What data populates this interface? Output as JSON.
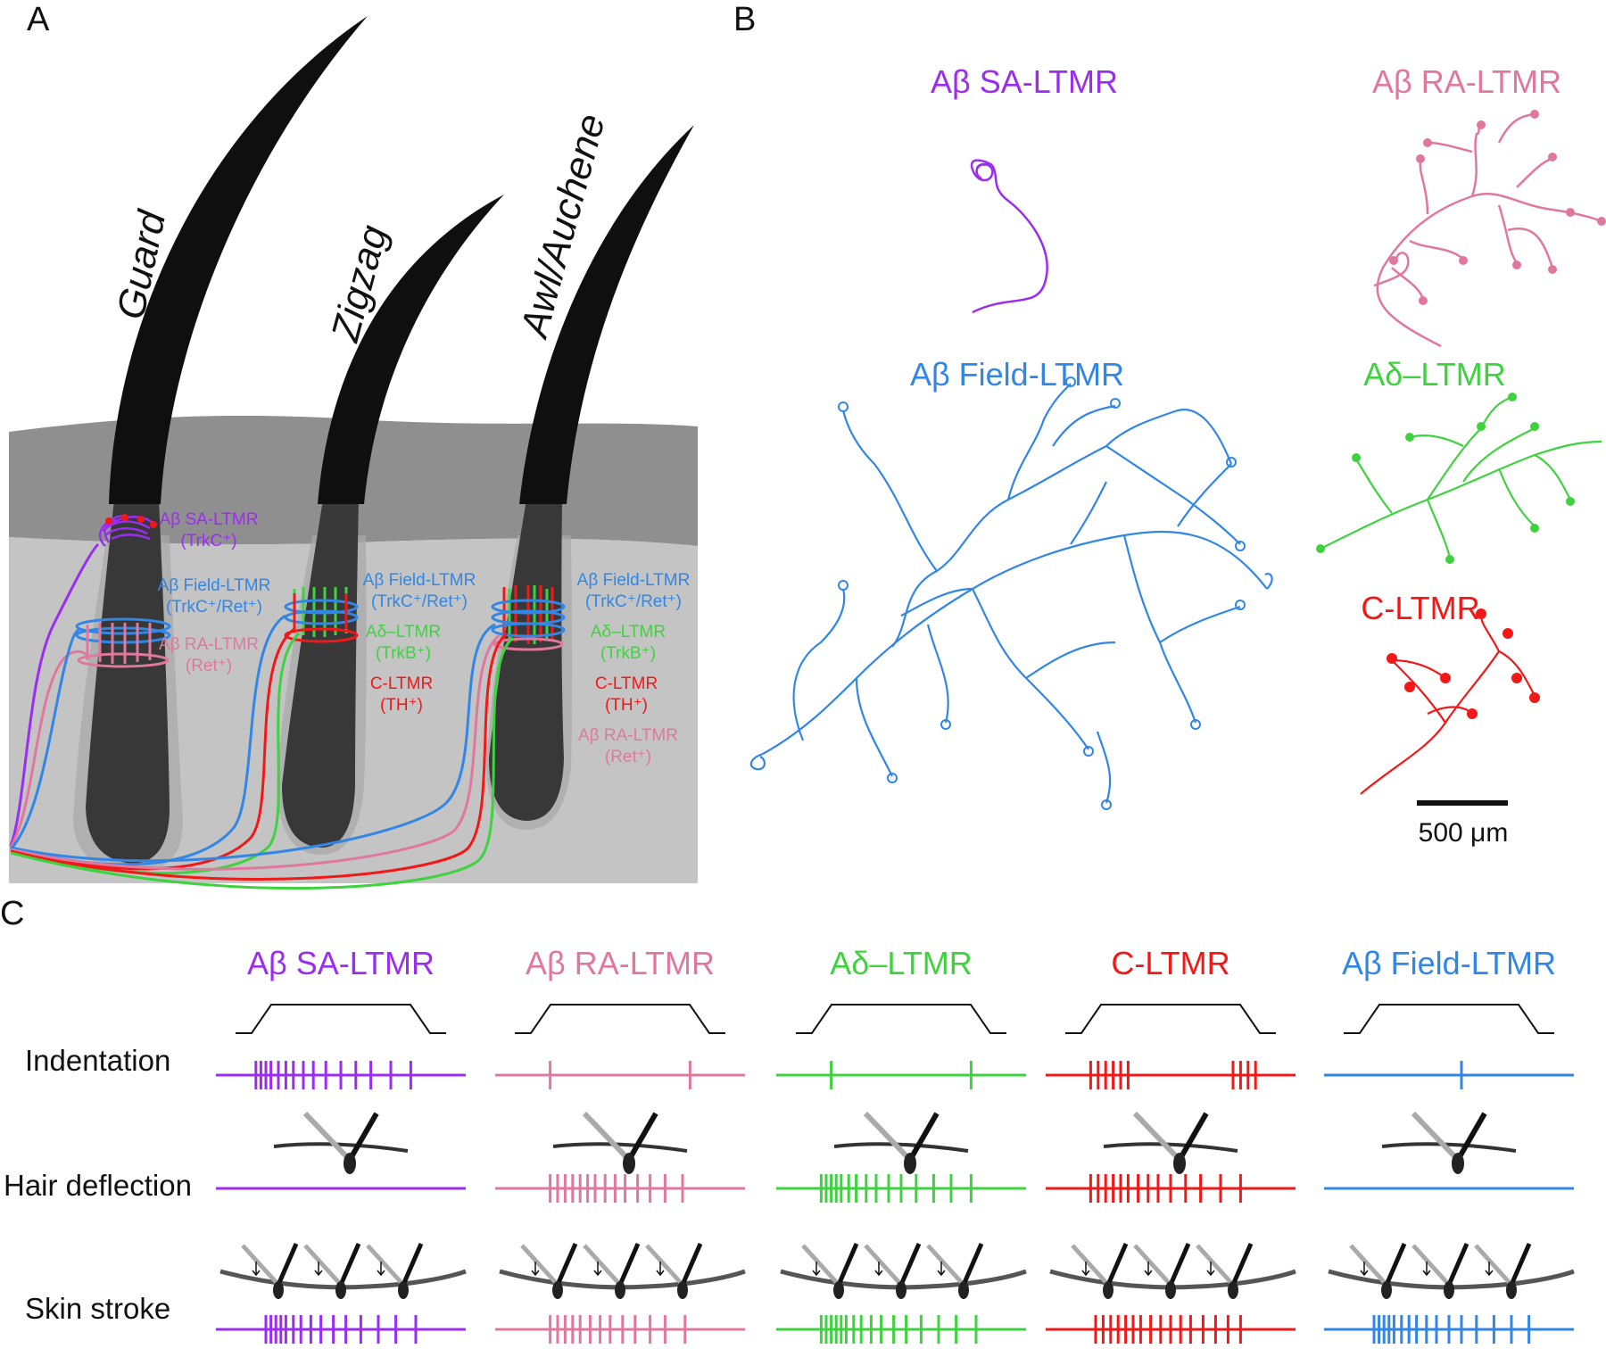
{
  "colors": {
    "sa": "#9b2df0",
    "ra": "#e0789e",
    "field": "#3186e6",
    "delta": "#3fd23f",
    "c": "#f21818",
    "hair": "#0f0f0f",
    "follicle": "#383838",
    "epidermis": "#8f8f8f",
    "dermis": "#c4c4c4"
  },
  "panels": {
    "a": "A",
    "b": "B",
    "c": "C"
  },
  "panelA": {
    "hairs": {
      "guard": "Guard",
      "zigzag": "Zigzag",
      "awl": "Awl/Auchene"
    },
    "guard_labels": {
      "sa_name": "Aβ SA-LTMR",
      "sa_marker": "(TrkC⁺)",
      "field_name": "Aβ Field-LTMR",
      "field_marker": "(TrkC⁺/Ret⁺)",
      "ra_name": "Aβ RA-LTMR",
      "ra_marker": "(Ret⁺)"
    },
    "zigzag_labels": {
      "field_name": "Aβ Field-LTMR",
      "field_marker": "(TrkC⁺/Ret⁺)",
      "delta_name": "Aδ–LTMR",
      "delta_marker": "(TrkB⁺)",
      "c_name": "C-LTMR",
      "c_marker": "(TH⁺)"
    },
    "awl_labels": {
      "field_name": "Aβ Field-LTMR",
      "field_marker": "(TrkC⁺/Ret⁺)",
      "delta_name": "Aδ–LTMR",
      "delta_marker": "(TrkB⁺)",
      "c_name": "C-LTMR",
      "c_marker": "(TH⁺)",
      "ra_name": "Aβ RA-LTMR",
      "ra_marker": "(Ret⁺)"
    }
  },
  "panelB": {
    "sa": "Aβ SA-LTMR",
    "ra": "Aβ RA-LTMR",
    "field": "Aβ Field-LTMR",
    "delta": "Aδ–LTMR",
    "c": "C-LTMR",
    "scale_bar": "500 μm"
  },
  "panelC": {
    "rows": [
      "Indentation",
      "Hair deflection",
      "Skin stroke"
    ],
    "columns": [
      {
        "name": "Aβ SA-LTMR",
        "color": "sa"
      },
      {
        "name": "Aβ RA-LTMR",
        "color": "ra"
      },
      {
        "name": "Aδ–LTMR",
        "color": "delta"
      },
      {
        "name": "C-LTMR",
        "color": "c"
      },
      {
        "name": "Aβ Field-LTMR",
        "color": "field"
      }
    ]
  }
}
